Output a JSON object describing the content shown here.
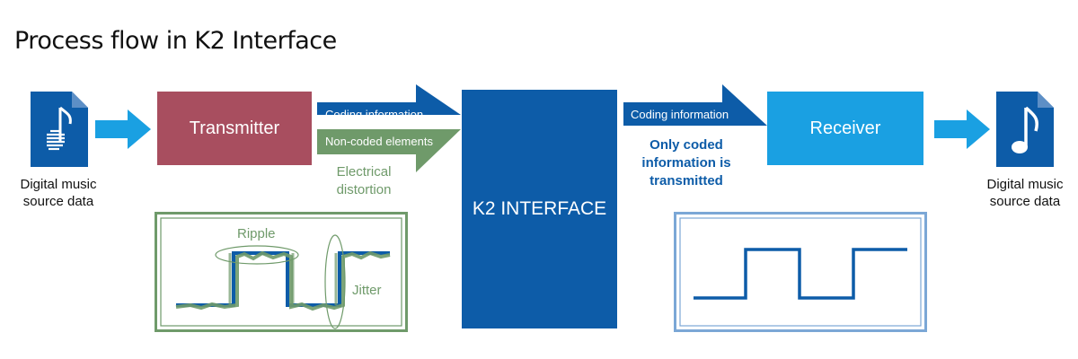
{
  "title": "Process flow in K2 Interface",
  "source_label": "Digital music source data",
  "output_label": "Digital music source data",
  "transmitter_label": "Transmitter",
  "k2_label": "K2 INTERFACE",
  "receiver_label": "Receiver",
  "tx_arrow_coding": "Coding information",
  "tx_arrow_noncoded": "Non-coded elements",
  "electrical_distortion": "Electrical distortion",
  "rx_arrow_coding": "Coding information",
  "only_coded_note": "Only coded information is transmitted",
  "wave_ripple_label": "Ripple",
  "wave_jitter_label": "Jitter",
  "colors": {
    "transmitter": "#a84e5f",
    "k2": "#0d5ca8",
    "receiver": "#1aa0e2",
    "green": "#6f9a6a",
    "flow_arrow": "#1aa0e2"
  },
  "icons": [
    "music-file-icon",
    "music-file-icon",
    "right-arrow-icon"
  ]
}
